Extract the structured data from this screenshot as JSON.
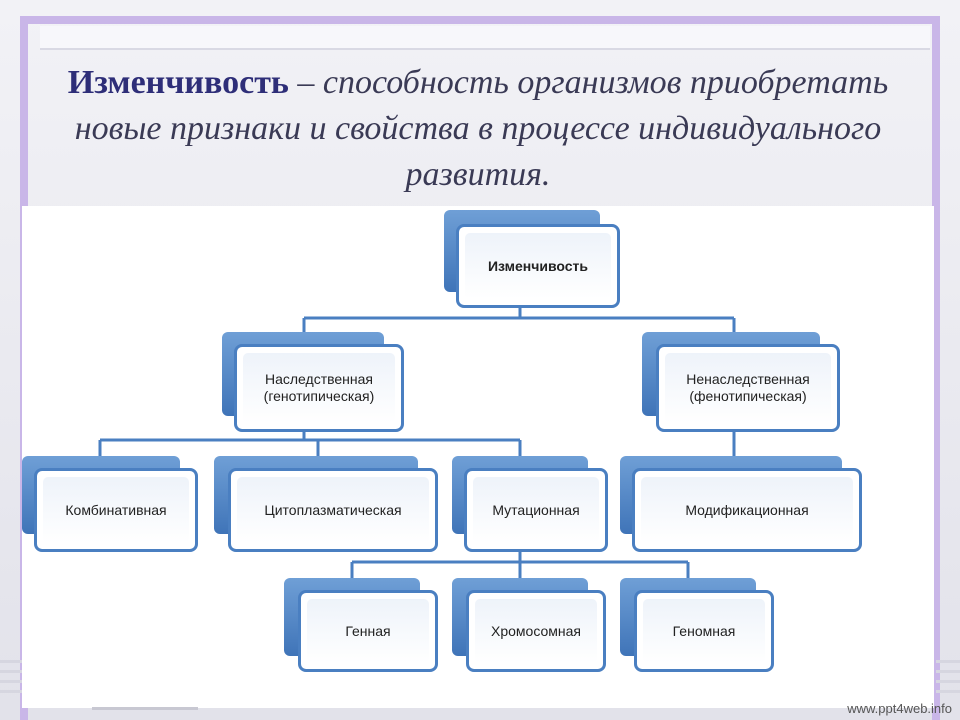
{
  "slide": {
    "title_term": "Изменчивость",
    "title_rest": " – способность организмов приобретать новые признаки и свойства в процессе индивидуального развития.",
    "watermark": "www.ppt4web.info"
  },
  "diagram": {
    "root": "Изменчивость",
    "level1": [
      "Наследственная (генотипическая)",
      "Ненаследственная (фенотипическая)"
    ],
    "level2": [
      "Комбинативная",
      "Цитоплазматическая",
      "Мутационная",
      "Модификационная"
    ],
    "level3": [
      "Генная",
      "Хромосомная",
      "Геномная"
    ]
  },
  "colors": {
    "box_border": "#4a7fc1",
    "box_shadow": "#3f74b8",
    "connector": "#4a7fc1",
    "title": "#2e2e78",
    "frame": "#c9b6e8"
  }
}
